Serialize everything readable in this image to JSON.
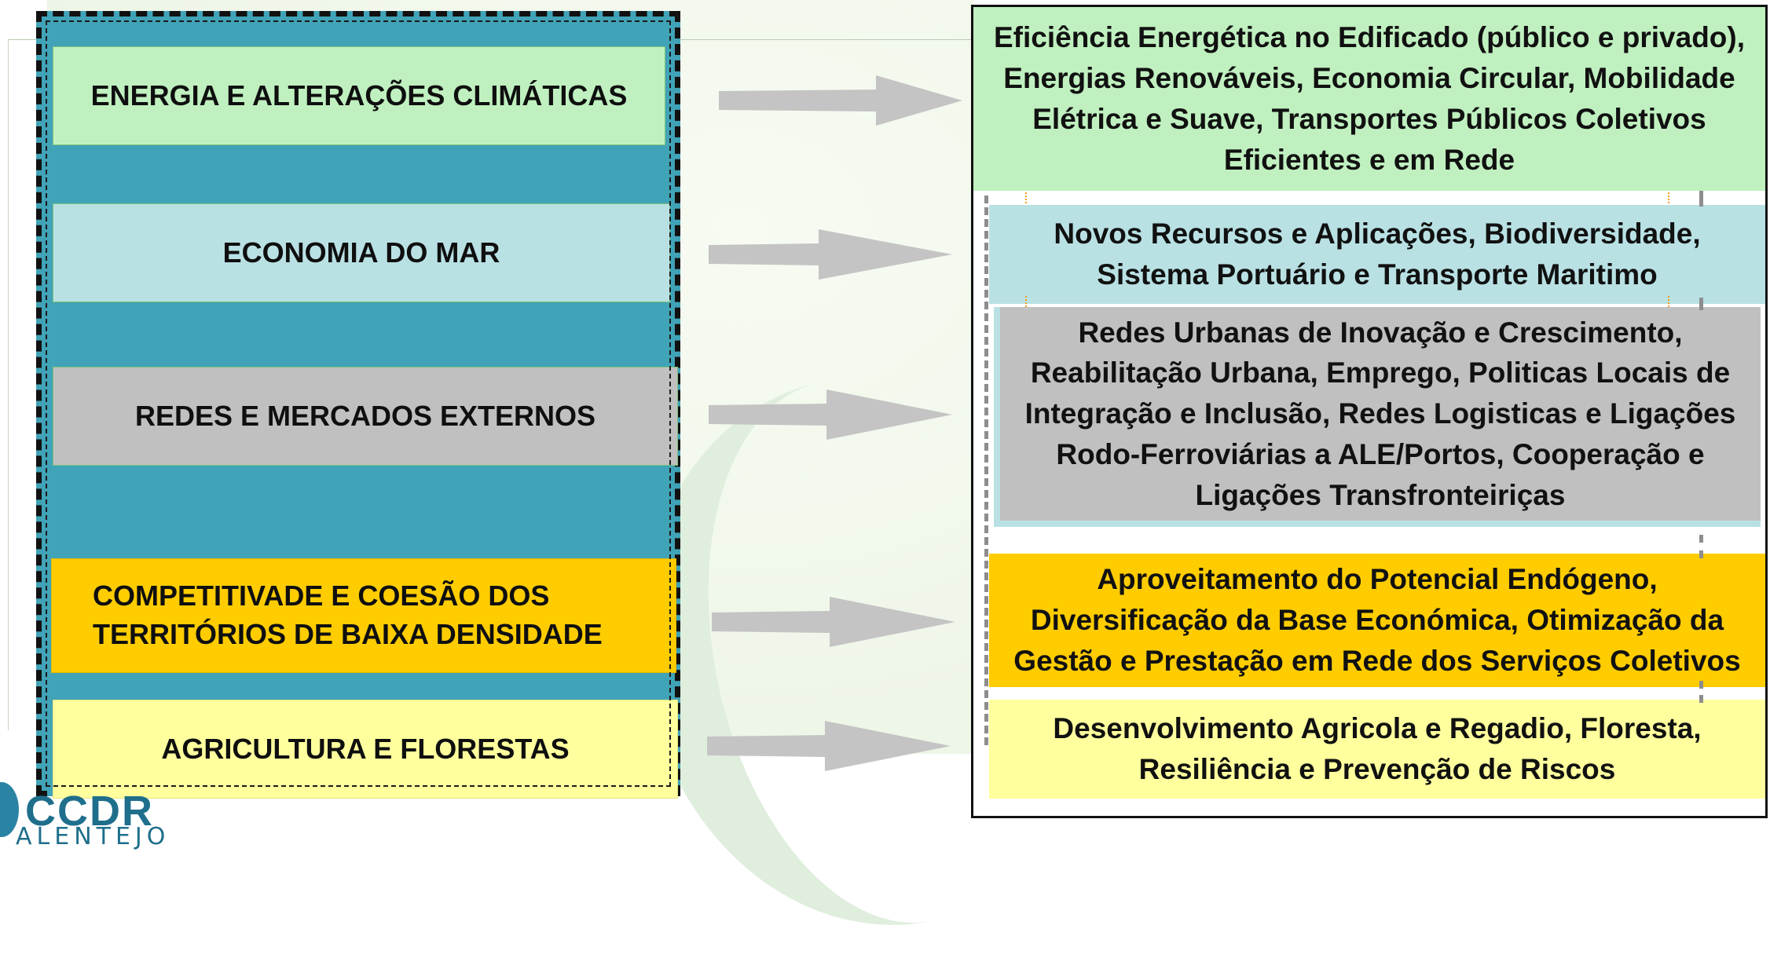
{
  "left_categories": [
    "ENERGIA E ALTERAÇÕES CLIMÁTICAS",
    "ECONOMIA DO MAR",
    "REDES E MERCADOS EXTERNOS",
    "COMPETITIVADE E COESÃO DOS TERRITÓRIOS DE BAIXA DENSIDADE",
    "AGRICULTURA E FLORESTAS"
  ],
  "right_descriptions": [
    "Eficiência Energética no Edificado (público e privado), Energias Renováveis, Economia Circular, Mobilidade Elétrica e Suave, Transportes Públicos Coletivos Eficientes e em Rede",
    "Novos Recursos e Aplicações, Biodiversidade, Sistema Portuário e Transporte Maritimo",
    "Redes Urbanas de Inovação e Crescimento, Reabilitação Urbana, Emprego, Politicas Locais de Integração e Inclusão, Redes Logisticas e Ligações Rodo-Ferroviárias a ALE/Portos, Cooperação e Ligações Transfronteiriças",
    "Aproveitamento do Potencial Endógeno, Diversificação da Base Económica, Otimização da Gestão e Prestação em Rede dos Serviços Coletivos",
    "Desenvolvimento Agricola e Regadio, Floresta, Resiliência e Prevenção de Riscos"
  ],
  "logo": {
    "name": "CCDR",
    "subtitle": "ALENTEJO"
  },
  "colors": {
    "panel": "#41a3b7",
    "green": "#c0f0c0",
    "lightblue": "#b9e1e4",
    "gray": "#c0c0c0",
    "gold": "#ffcc00",
    "paleyellow": "#ffff9e",
    "arrow": "#c4c4c4"
  }
}
